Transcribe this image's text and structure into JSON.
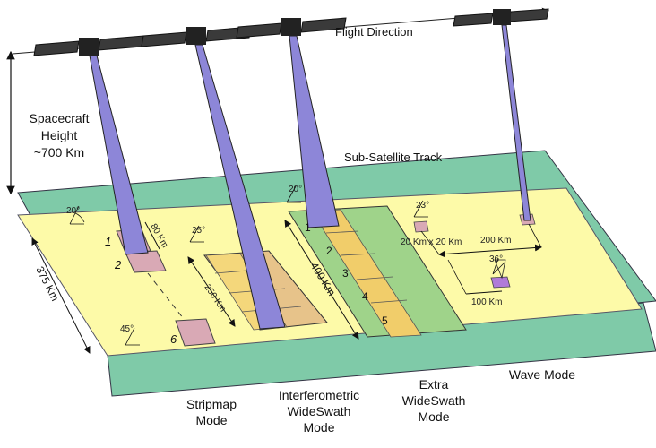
{
  "labels": {
    "flight_direction": "Flight Direction",
    "spacecraft_line1": "Spacecraft",
    "spacecraft_line2": "Height",
    "spacecraft_line3": "~700 Km",
    "sub_satellite_track": "Sub-Satellite Track",
    "width_375": "375 Km",
    "width_250": "250 Km",
    "width_400": "400 Km",
    "len_80": "80 Km",
    "vignette": "20 Km x 20 Km",
    "spacing_200": "200 Km",
    "spacing_100": "100 Km"
  },
  "angles": {
    "a20_left": "20°",
    "a25": "25°",
    "a45": "45°",
    "a20_mid": "20°",
    "a23": "23°",
    "a36": "36°"
  },
  "beam_numbers": {
    "strip": [
      "1",
      "2",
      "6"
    ],
    "iws": [
      "1",
      "2",
      "3",
      "4",
      "5"
    ]
  },
  "modes": {
    "stripmap_1": "Stripmap",
    "stripmap_2": "Mode",
    "iws_1": "Interferometric",
    "iws_2": "WideSwath",
    "iws_3": "Mode",
    "ews_1": "Extra",
    "ews_2": "WideSwath",
    "ews_3": "Mode",
    "wave_1": "Wave Mode"
  },
  "colors": {
    "ground_green": "#7fcaa8",
    "swath_yellow": "#fdfaa8",
    "beam_purple": "#8d86d8",
    "subswath_gold": "#f1cd6a",
    "ews_green": "#9fd38a",
    "footprint_pink": "#d9a9b5",
    "wave_purple": "#b07ad8"
  }
}
